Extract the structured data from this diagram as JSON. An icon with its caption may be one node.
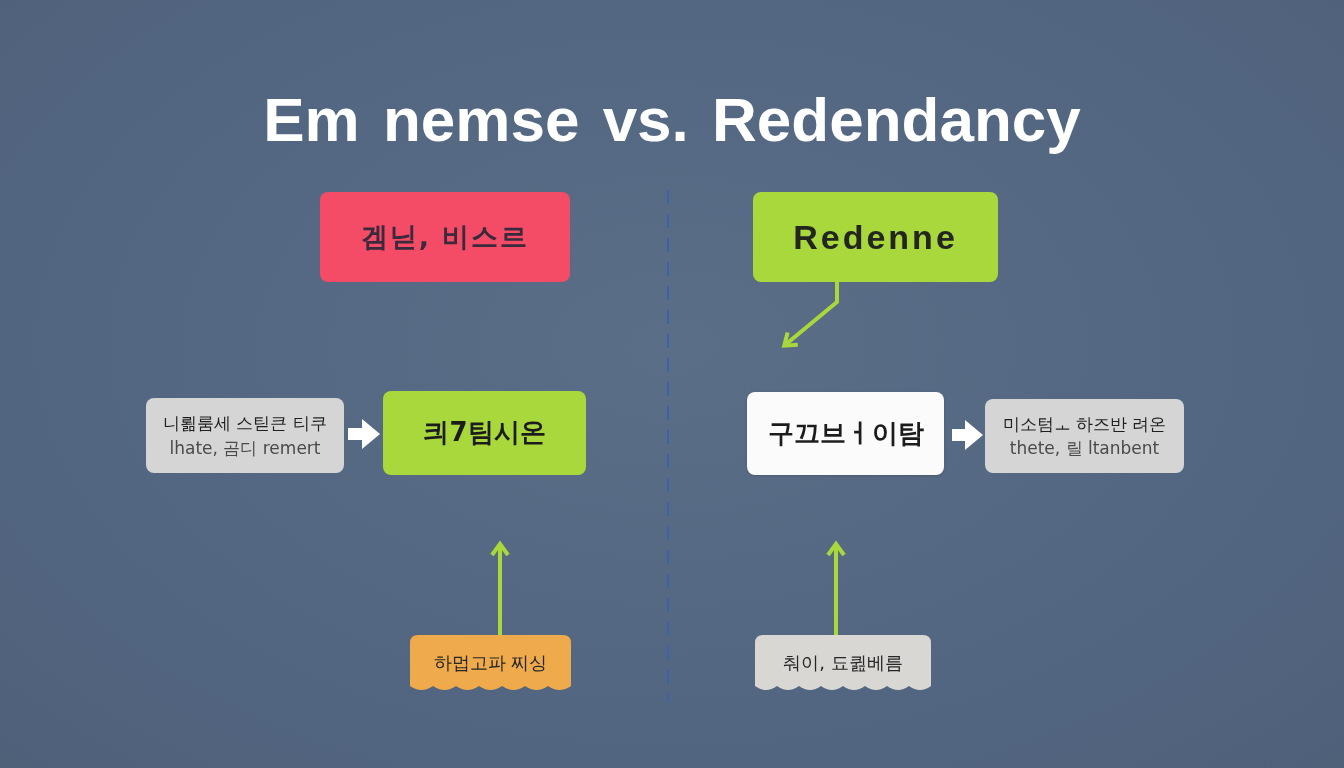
{
  "diagram": {
    "title": "Em nemse vs. Redendancy",
    "nodes": [
      {
        "text": [
          "겜닏, 비스르"
        ]
      },
      {
        "text": [
          "Redenne"
        ]
      },
      {
        "text": [
          "니뢺룸세 스틷큰 티쿠",
          "lhate, 곰디 remert"
        ]
      },
      {
        "text": [
          "킈7팀시온"
        ]
      },
      {
        "text": [
          "구끄브ㅓ이탐"
        ]
      },
      {
        "text": [
          "미소텀ㅗ 하즈반 려온",
          "thete, 릴 ltanbent"
        ]
      },
      {
        "text": [
          "하멉고파 찌싱"
        ]
      },
      {
        "text": [
          "춰이, 됴큂베름"
        ]
      }
    ],
    "edges": [
      {
        "from": 2,
        "to": 3,
        "arrow": "to",
        "style": "thick",
        "color": "#ffffff"
      },
      {
        "from": 1,
        "to": null,
        "arrow": "to"
      },
      {
        "from": 4,
        "to": 5,
        "arrow": "to",
        "style": "thick",
        "color": "#ffffff"
      },
      {
        "from": 6,
        "to": null,
        "arrow": "to"
      },
      {
        "from": 7,
        "to": null,
        "arrow": "to"
      }
    ]
  }
}
